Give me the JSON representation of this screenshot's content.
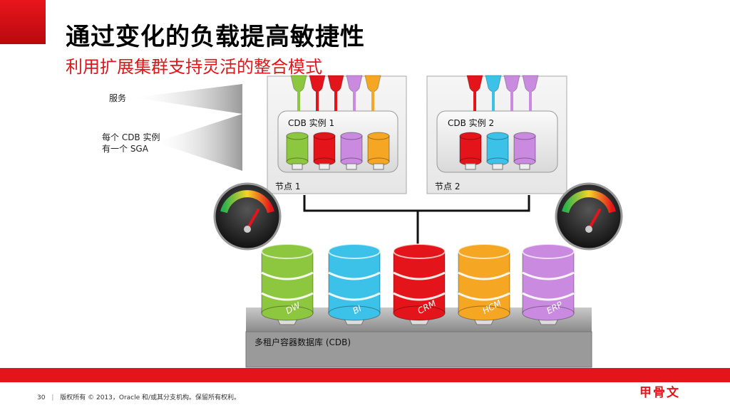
{
  "slide": {
    "title": "通过变化的负载提高敏捷性",
    "subtitle": "利用扩展集群支持灵活的整合模式"
  },
  "labels": {
    "service": "服务",
    "sga_line1": "每个 CDB 实例",
    "sga_line2": "有一个 SGA"
  },
  "nodes": [
    {
      "label": "节点 1",
      "cdb_label": "CDB 实例 1",
      "services": [
        "green",
        "red",
        "red",
        "purple",
        "orange"
      ],
      "cylinders": [
        "green",
        "red",
        "purple",
        "orange"
      ]
    },
    {
      "label": "节点 2",
      "cdb_label": "CDB 实例 2",
      "services": [
        "red",
        "blue",
        "purple",
        "purple"
      ],
      "cylinders": [
        "red",
        "blue",
        "purple"
      ]
    }
  ],
  "databases": [
    {
      "name": "DW",
      "color": "green"
    },
    {
      "name": "BI",
      "color": "blue"
    },
    {
      "name": "CRM",
      "color": "red"
    },
    {
      "name": "HCM",
      "color": "orange"
    },
    {
      "name": "ERP",
      "color": "purple"
    }
  ],
  "cdb_container": {
    "label": "多租户容器数据库 (CDB)"
  },
  "colors": {
    "green": "#8dc63f",
    "red": "#e3141a",
    "blue": "#3cc1e8",
    "purple": "#c98ae0",
    "orange": "#f5a623",
    "brand_red": "#e3141a"
  },
  "footer": {
    "page_number": "30",
    "copyright": "版权所有 © 2013，Oracle 和/或其分支机构。保留所有权利。",
    "oracle_logo": "ORACLE",
    "cn_logo": "甲骨文"
  }
}
